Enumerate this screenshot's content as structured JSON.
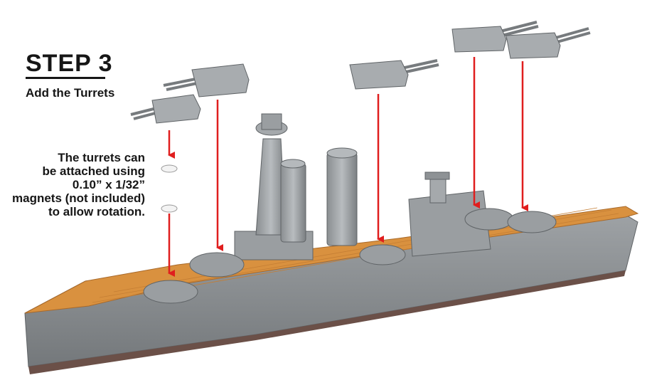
{
  "heading": {
    "title": "STEP 3",
    "subtitle": "Add the Turrets"
  },
  "note": {
    "lines": [
      "The turrets can",
      "be attached using",
      "0.10” x 1/32”",
      "magnets (not included)",
      "to allow rotation."
    ]
  },
  "colors": {
    "deck": "#d9913f",
    "hull": "#8f9396",
    "arrow": "#e01e1e",
    "text": "#161616"
  }
}
